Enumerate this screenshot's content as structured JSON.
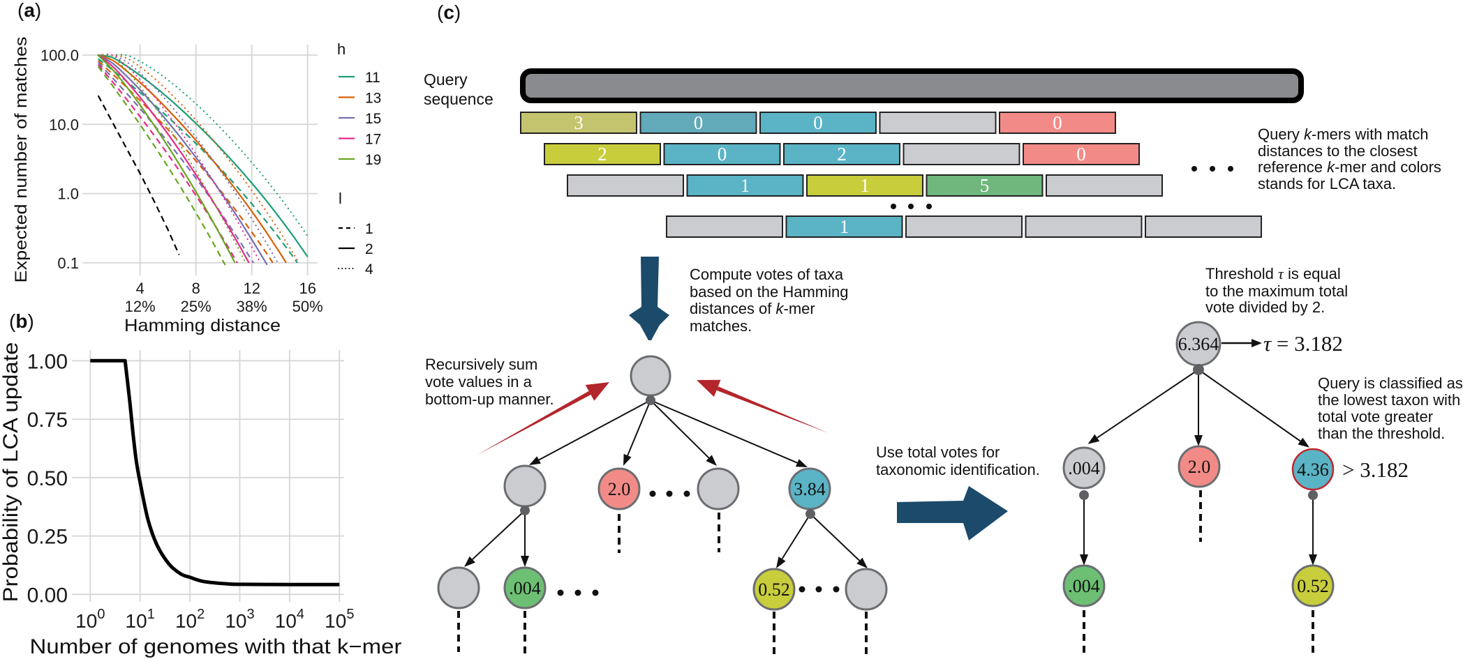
{
  "chart_data": [
    {
      "type": "line",
      "panel_label": {
        "open": "(",
        "letter": "a",
        "close": ")"
      },
      "title": "",
      "xlabel": "Hamming distance",
      "ylabel": "Expected number of matches",
      "x_scale": "linear",
      "y_scale": "log10",
      "xlim": [
        1,
        16
      ],
      "ylim": [
        0.1,
        100
      ],
      "grid": true,
      "legend_position": "right",
      "x_ticks": [
        {
          "value": 4,
          "label": "4",
          "sublabel": "12%"
        },
        {
          "value": 8,
          "label": "8",
          "sublabel": "25%"
        },
        {
          "value": 12,
          "label": "12",
          "sublabel": "38%"
        },
        {
          "value": 16,
          "label": "16",
          "sublabel": "50%"
        }
      ],
      "y_ticks": [
        {
          "value": 100,
          "label": "100.0"
        },
        {
          "value": 10,
          "label": "10.0"
        },
        {
          "value": 1,
          "label": "1.0"
        },
        {
          "value": 0.1,
          "label": "0.1"
        }
      ],
      "legend": {
        "color_title": "h",
        "color_items": [
          {
            "label": "11",
            "color": "#1B9E77"
          },
          {
            "label": "13",
            "color": "#D95F02"
          },
          {
            "label": "15",
            "color": "#7570B3"
          },
          {
            "label": "17",
            "color": "#E7298A"
          },
          {
            "label": "19",
            "color": "#66A61E"
          }
        ],
        "linetype_title": "l",
        "linetype_items": [
          {
            "label": "1",
            "linetype": "dashed"
          },
          {
            "label": "2",
            "linetype": "solid"
          },
          {
            "label": "4",
            "linetype": "dotted"
          }
        ]
      },
      "x": [
        1,
        2,
        3,
        4,
        5,
        6,
        7,
        8,
        9,
        10,
        11,
        12,
        13,
        14,
        15,
        16
      ],
      "series": [
        {
          "name": "h=11, l=1",
          "h": "11",
          "l": "1",
          "color": "#1B9E77",
          "linetype": "dashed",
          "values": [
            88.2,
            61.5,
            42.3,
            28.8,
            19.3,
            12.7,
            8.27,
            5.28,
            3.31,
            2.03,
            1.22,
            0.711,
            0.404,
            0.223,
            0.119,
            0.061
          ]
        },
        {
          "name": "h=11, l=2",
          "h": "11",
          "l": "2",
          "color": "#1B9E77",
          "linetype": "solid",
          "values": [
            100,
            92.7,
            70.3,
            50.9,
            35.6,
            24.2,
            16.0,
            10.3,
            6.52,
            4.02,
            2.42,
            1.42,
            0.809,
            0.446,
            0.238,
            0.122
          ]
        },
        {
          "name": "h=11, l=4",
          "h": "11",
          "l": "4",
          "color": "#1B9E77",
          "linetype": "dotted",
          "values": [
            100,
            100,
            100,
            81.1,
            61.1,
            43.7,
            29.9,
            19.8,
            12.7,
            7.91,
            4.79,
            2.82,
            1.61,
            0.89,
            0.475,
            0.244
          ]
        },
        {
          "name": "h=13, l=1",
          "h": "13",
          "l": "1",
          "color": "#D95F02",
          "linetype": "dashed",
          "values": [
            82.7,
            54.0,
            34.8,
            22.0,
            13.7,
            8.41,
            5.05,
            2.97,
            1.71,
            0.958,
            0.524,
            0.278,
            0.143,
            0.0706
          ]
        },
        {
          "name": "h=13, l=2",
          "h": "13",
          "l": "2",
          "color": "#D95F02",
          "linetype": "solid",
          "values": [
            100,
            84.7,
            59.9,
            40.2,
            26.0,
            16.2,
            9.89,
            5.87,
            3.39,
            1.91,
            1.04,
            0.555,
            0.285,
            0.141,
            0.0672
          ]
        },
        {
          "name": "h=13, l=4",
          "h": "13",
          "l": "4",
          "color": "#D95F02",
          "linetype": "dotted",
          "values": [
            100,
            100,
            91.1,
            67.5,
            46.5,
            30.4,
            19.0,
            11.5,
            6.69,
            3.79,
            2.08,
            1.11,
            0.569,
            0.282,
            0.134,
            0.0611
          ]
        },
        {
          "name": "h=15, l=1",
          "h": "15",
          "l": "1",
          "color": "#7570B3",
          "linetype": "dashed",
          "values": [
            77.6,
            47.5,
            28.6,
            16.9,
            9.78,
            5.55,
            3.08,
            1.67,
            0.882,
            0.453,
            0.226,
            0.109,
            0.0503
          ]
        },
        {
          "name": "h=15, l=2",
          "h": "15",
          "l": "2",
          "color": "#7570B3",
          "linetype": "solid",
          "values": [
            100,
            76.9,
            50.6,
            31.5,
            18.8,
            10.8,
            6.09,
            3.32,
            1.76,
            0.904,
            0.451,
            0.217,
            0.101,
            0.0447
          ]
        },
        {
          "name": "h=15, l=4",
          "h": "15",
          "l": "4",
          "color": "#7570B3",
          "linetype": "dotted",
          "values": [
            100,
            100,
            80.7,
            55.0,
            34.8,
            20.8,
            11.9,
            6.55,
            3.49,
            1.8,
            0.9,
            0.433,
            0.201,
            0.0894
          ]
        },
        {
          "name": "h=17, l=1",
          "h": "17",
          "l": "1",
          "color": "#E7298A",
          "linetype": "dashed",
          "values": [
            72.9,
            41.7,
            23.5,
            12.9,
            6.96,
            3.67,
            1.88,
            0.94,
            0.456,
            0.214,
            0.0971
          ]
        },
        {
          "name": "h=17, l=2",
          "h": "17",
          "l": "2",
          "color": "#E7298A",
          "linetype": "solid",
          "values": [
            100,
            69.5,
            42.5,
            24.5,
            13.5,
            7.22,
            3.73,
            1.87,
            0.91,
            0.428,
            0.194,
            0.0847
          ]
        },
        {
          "name": "h=17, l=4",
          "h": "17",
          "l": "4",
          "color": "#E7298A",
          "linetype": "dotted",
          "values": [
            100,
            100,
            70.6,
            44.2,
            25.6,
            14.0,
            7.36,
            3.72,
            1.81,
            0.854,
            0.388,
            0.17,
            0.0709
          ]
        },
        {
          "name": "h=19, l=1",
          "h": "19",
          "l": "1",
          "color": "#66A61E",
          "linetype": "dashed",
          "values": [
            68.4,
            36.7,
            19.3,
            9.89,
            4.96,
            2.42,
            1.15,
            0.529,
            0.236,
            0.101,
            0.0418
          ]
        },
        {
          "name": "h=19, l=2",
          "h": "19",
          "l": "2",
          "color": "#66A61E",
          "linetype": "solid",
          "values": [
            99.4,
            62.6,
            35.6,
            19.0,
            9.71,
            4.79,
            2.29,
            1.06,
            0.471,
            0.202,
            0.0836
          ]
        },
        {
          "name": "h=19, l=4",
          "h": "19",
          "l": "4",
          "color": "#66A61E",
          "linetype": "dotted",
          "values": [
            100,
            93.8,
            61.0,
            35.1,
            18.7,
            9.39,
            4.53,
            2.1,
            0.939,
            0.404,
            0.167,
            0.0662
          ]
        }
      ],
      "reference_line": {
        "name": "reference",
        "color": "#000000",
        "linetype": "dashed",
        "x": [
          1,
          2,
          3,
          4,
          5,
          6,
          6.8
        ],
        "values": [
          26,
          10.9,
          4.6,
          1.95,
          0.78,
          0.3,
          0.13
        ]
      }
    },
    {
      "type": "line",
      "panel_label": {
        "open": "(",
        "letter": "b",
        "close": ")"
      },
      "title": "",
      "xlabel": "Number of genomes with that k−mer",
      "ylabel": "Probability of LCA update",
      "x_scale": "log10",
      "y_scale": "linear",
      "xlim": [
        1,
        100000
      ],
      "ylim": [
        0,
        1
      ],
      "grid": true,
      "legend_position": "none",
      "x_ticks": [
        {
          "value": 1,
          "base": "10",
          "exp": "0"
        },
        {
          "value": 10,
          "base": "10",
          "exp": "1"
        },
        {
          "value": 100,
          "base": "10",
          "exp": "2"
        },
        {
          "value": 1000,
          "base": "10",
          "exp": "3"
        },
        {
          "value": 10000,
          "base": "10",
          "exp": "4"
        },
        {
          "value": 100000,
          "base": "10",
          "exp": "5"
        }
      ],
      "y_ticks": [
        {
          "value": 0,
          "label": "0.00"
        },
        {
          "value": 0.25,
          "label": "0.25"
        },
        {
          "value": 0.5,
          "label": "0.50"
        },
        {
          "value": 0.75,
          "label": "0.75"
        },
        {
          "value": 1,
          "label": "1.00"
        }
      ],
      "series": [
        {
          "name": "Probability of LCA update",
          "color": "#000000",
          "x": [
            1,
            5,
            6.1,
            7.2,
            8.4,
            10,
            14.4,
            22,
            38,
            65,
            100,
            190,
            560,
            1000,
            10000,
            100000
          ],
          "values": [
            1.0,
            1.0,
            0.84,
            0.69,
            0.57,
            0.48,
            0.32,
            0.21,
            0.13,
            0.088,
            0.073,
            0.055,
            0.045,
            0.043,
            0.042,
            0.042
          ]
        }
      ]
    }
  ],
  "panel_c": {
    "panel_label": {
      "open": "(",
      "letter": "c",
      "close": ")"
    },
    "query_label": [
      "Query",
      "sequence"
    ],
    "query_bar_fill": "#898b8f",
    "kmer_rows": [
      [
        {
          "value": "3",
          "fill": "#c5c46e"
        },
        {
          "value": "0",
          "fill": "#62a9b9"
        },
        {
          "value": "0",
          "fill": "#5ab4c5"
        },
        {
          "value": "",
          "fill": "#cbccd0"
        },
        {
          "value": "0",
          "fill": "#f28b87"
        }
      ],
      [
        {
          "value": "2",
          "fill": "#c8cd3c"
        },
        {
          "value": "0",
          "fill": "#5ab4c5"
        },
        {
          "value": "2",
          "fill": "#5ab4c5"
        },
        {
          "value": "",
          "fill": "#cbccd0"
        },
        {
          "value": "0",
          "fill": "#f28b87"
        }
      ],
      [
        {
          "value": "",
          "fill": "#cbccd0"
        },
        {
          "value": "1",
          "fill": "#5ab4c5"
        },
        {
          "value": "1",
          "fill": "#c8cd3c"
        },
        {
          "value": "5",
          "fill": "#6fb77c"
        },
        {
          "value": "",
          "fill": "#cbccd0"
        }
      ],
      [
        {
          "value": "",
          "fill": "#cbccd0"
        },
        {
          "value": "1",
          "fill": "#5ab4c5"
        },
        {
          "value": "",
          "fill": "#cbccd0"
        },
        {
          "value": "",
          "fill": "#cbccd0"
        },
        {
          "value": "",
          "fill": "#cbccd0"
        }
      ]
    ],
    "kmer_note": [
      [
        {
          "text": "Query "
        },
        {
          "text": "k",
          "italic": true
        },
        {
          "text": "-mers with match"
        }
      ],
      [
        {
          "text": "distances to the closest"
        }
      ],
      [
        {
          "text": "reference "
        },
        {
          "text": "k",
          "italic": true
        },
        {
          "text": "-mer and colors"
        }
      ],
      [
        {
          "text": "stands for LCA taxa."
        }
      ]
    ],
    "compute_note": [
      [
        {
          "text": "Compute votes of taxa"
        }
      ],
      [
        {
          "text": "based on the Hamming"
        }
      ],
      [
        {
          "text": "distances of "
        },
        {
          "text": "k",
          "italic": true
        },
        {
          "text": "-mer"
        }
      ],
      [
        {
          "text": "matches."
        }
      ]
    ],
    "recursive_note": [
      "Recursively sum",
      "vote values in a",
      "bottom-up manner."
    ],
    "use_note": [
      "Use total votes for",
      "taxonomic identification."
    ],
    "threshold_note": [
      [
        {
          "text": "Threshold "
        },
        {
          "text": "τ",
          "italic": true
        },
        {
          "text": " is equal"
        }
      ],
      [
        {
          "text": "to the maximum total"
        }
      ],
      [
        {
          "text": "vote divided by 2."
        }
      ]
    ],
    "classify_note": [
      "Query is classified as",
      "the lowest taxon with",
      "total vote greater",
      "than the threshold."
    ],
    "tau_equation": [
      {
        "text": "τ",
        "italic": true
      },
      {
        "text": " = 3.182"
      }
    ],
    "greater_than": "> 3.182",
    "arrow_colors": {
      "flow": "#1b4a6b",
      "aggregate": "#b3262b"
    },
    "left_tree": {
      "root": {
        "value": "",
        "fill": "#cbccd0"
      },
      "level2": [
        {
          "value": "",
          "fill": "#cbccd0"
        },
        {
          "value": "2.0",
          "fill": "#f28b87"
        },
        {
          "value": "",
          "fill": "#cbccd0"
        },
        {
          "value": "3.84",
          "fill": "#5ab4c5"
        }
      ],
      "level3": [
        {
          "value": "",
          "fill": "#cbccd0"
        },
        {
          "value": ".004",
          "fill": "#6dbf74"
        },
        {
          "value": "0.52",
          "fill": "#c8cd3c"
        },
        {
          "value": "",
          "fill": "#cbccd0"
        }
      ]
    },
    "right_tree": {
      "root": {
        "value": "6.364",
        "fill": "#cbccd0"
      },
      "level2": [
        {
          "value": ".004",
          "fill": "#cbccd0"
        },
        {
          "value": "2.0",
          "fill": "#f28b87"
        },
        {
          "value": "4.36",
          "fill": "#5ab4c5",
          "outline": "#c0272d"
        }
      ],
      "level3": [
        {
          "value": ".004",
          "fill": "#6dbf74"
        },
        {
          "value": "0.52",
          "fill": "#c8cd3c"
        }
      ]
    }
  }
}
